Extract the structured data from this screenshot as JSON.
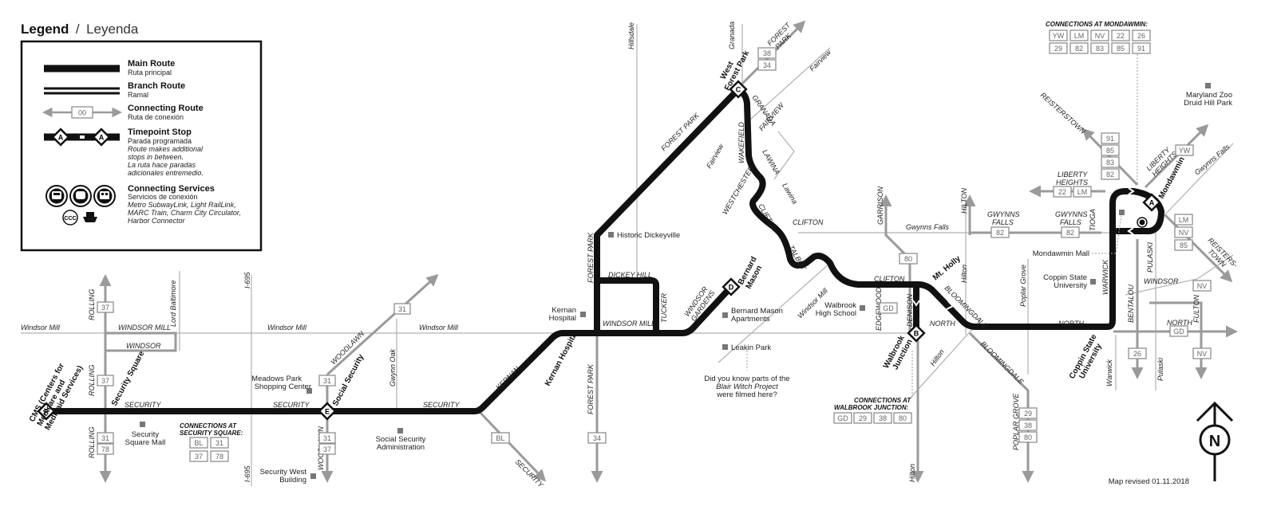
{
  "legend": {
    "title": "Legend",
    "title_sep": "/",
    "title_es": "Leyenda",
    "main_route": "Main Route",
    "main_route_es": "Ruta principal",
    "branch_route": "Branch Route",
    "branch_route_es": "Ramal",
    "connecting_route": "Connecting Route",
    "connecting_route_es": "Ruta de conexión",
    "connecting_route_box": "00",
    "timepoint_stop": "Timepoint Stop",
    "timepoint_stop_es": "Parada programada",
    "timepoint_note_1": "Route makes additional",
    "timepoint_note_2": "stops in between.",
    "timepoint_note_3": "La ruta hace paradas",
    "timepoint_note_4": "adicionales entremedio.",
    "timepoint_letter": "A",
    "connecting_services": "Connecting Services",
    "connecting_services_es": "Servicios de conexión",
    "services_note_1": "Metro SubwayLink, Light RailLink,",
    "services_note_2": "MARC Train, Charm City Circulator,",
    "services_note_3": "Harbor Connector",
    "ccc": "CCC"
  },
  "timepoints": {
    "A": "A",
    "B": "B",
    "C": "C",
    "D": "D",
    "E": "E",
    "F": "F",
    "A_name": "Mondawmin",
    "B_name_1": "Walbrook",
    "B_name_2": "Junction",
    "C_name_1": "West",
    "C_name_2": "Forest Park",
    "D_name_1": "Bernard",
    "D_name_2": "Mason",
    "E_name": "Social Security",
    "F_name_1": "CMS (Centers for",
    "F_name_2": "Medicare and",
    "F_name_3": "Medicaid Services)",
    "security_square": "Security Square",
    "kernan_hospital": "Kernan Hospital",
    "mt_holly": "Mt. Holly",
    "coppin_1": "Coppin State",
    "coppin_2": "University"
  },
  "streets": {
    "windsor_mill": "Windsor Mill",
    "windsor_mill_caps": "WINDSOR MILL",
    "windsor": "WINDSOR",
    "rolling": "ROLLING",
    "lord_baltimore": "Lord Baltimore",
    "i695": "I-695",
    "security": "SECURITY",
    "woodlawn": "WOODLAWN",
    "gwynn_oak": "Gwynn Oak",
    "kernan": "KERNAN",
    "forest_park": "FOREST PARK",
    "dickey_hill": "DICKEY HILL",
    "tucker": "TUCKER",
    "windsor_gardens_1": "WINDSOR",
    "windsor_gardens_2": "GARDENS",
    "hillsdale": "Hillsdale",
    "granada_it": "Granada",
    "granada": "GRANADA",
    "fairview_it": "Fairview",
    "fairview": "FAIRVIEW",
    "wakefield": "WAKEFIELD",
    "lawina": "LAWINA",
    "lawina_it": "Lawina",
    "westchester": "WESTCHESTER",
    "clifton": "CLIFTON",
    "talbot": "TALBOT",
    "garrison": "GARRISON",
    "gwynns_falls_it": "Gwynns Falls",
    "gwynns_falls_1": "GWYNNS",
    "gwynns_falls_2": "FALLS",
    "hilton_caps": "HILTON",
    "hilton": "Hilton",
    "edgewood": "EDGEWOOD",
    "denison": "DENISON",
    "north": "NORTH",
    "bloomingdale": "BLOOMINGDALE",
    "poplar_grove_it": "Poplar Grove",
    "poplar_grove": "POPLAR GROVE",
    "tioga": "TIOGA",
    "warwick": "WARWICK",
    "warwick_it": "Warwick",
    "pulaski": "PULASKI",
    "pulaski_it": "Pulaski",
    "bentalou": "BENTALOU",
    "fulton": "FULTON",
    "reisterstown": "REISTERSTOWN",
    "reisters_1": "REISTERS-",
    "reisters_2": "TOWN",
    "liberty_1": "LIBERTY",
    "liberty_2": "HEIGHTS",
    "forest_1": "FOREST",
    "forest_2": "PARK",
    "windsor_mill_it2": "Windsor Mill"
  },
  "routes": {
    "r31": "31",
    "r37": "37",
    "r78": "78",
    "rBL": "BL",
    "r38": "38",
    "r34": "34",
    "r80": "80",
    "rGD": "GD",
    "r29": "29",
    "r82": "82",
    "r22": "22",
    "rLM": "LM",
    "rYW": "YW",
    "rNV": "NV",
    "r85": "85",
    "r83": "83",
    "r91": "91",
    "r26": "26"
  },
  "connections": {
    "security_square_1": "CONNECTIONS AT",
    "security_square_2": "SECURITY SQUARE:",
    "walbrook_1": "CONNECTIONS AT",
    "walbrook_2": "WALBROOK JUNCTION:",
    "mondawmin": "CONNECTIONS AT MONDAWMIN:"
  },
  "places": {
    "security_square_mall_1": "Security",
    "security_square_mall_2": "Square Mall",
    "meadows_1": "Meadows Park",
    "meadows_2": "Shopping Center",
    "security_west_1": "Security West",
    "security_west_2": "Building",
    "ssa_1": "Social Security",
    "ssa_2": "Administration",
    "historic_dickeyville": "Historic Dickeyville",
    "kernan_1": "Kernan",
    "kernan_2": "Hospital",
    "bernard_1": "Bernard Mason",
    "bernard_2": "Apartments",
    "leakin_park": "Leakin Park",
    "blair_1": "Did you know parts of the",
    "blair_2": "Blair Witch Project",
    "blair_3": "were filmed here?",
    "walbrook_hs_1": "Walbrook",
    "walbrook_hs_2": "High School",
    "mondawmin_mall": "Mondawmin Mall",
    "coppin_1": "Coppin State",
    "coppin_2": "University",
    "zoo_1": "Maryland Zoo",
    "zoo_2": "Druid Hill Park"
  },
  "north": "N",
  "revised": "Map revised 01.11.2018"
}
